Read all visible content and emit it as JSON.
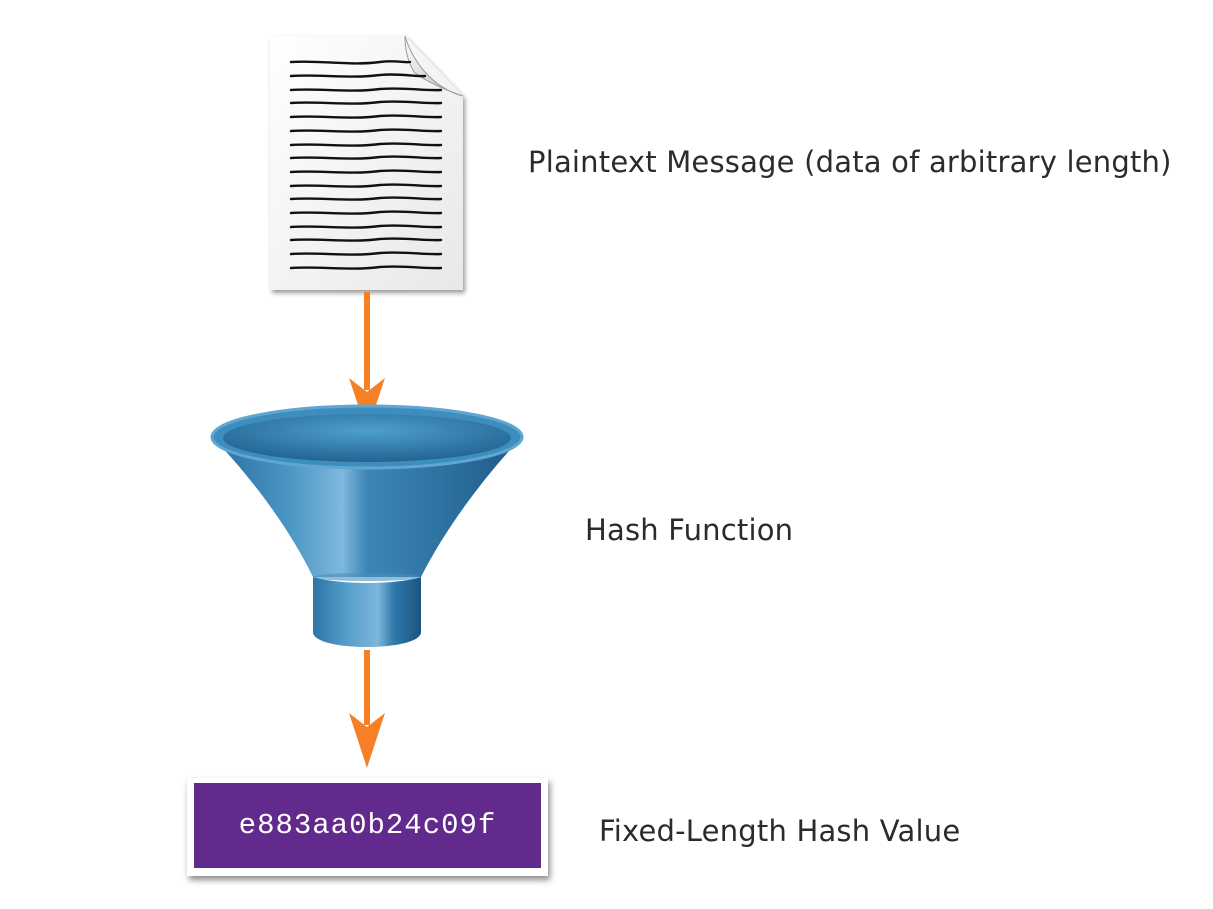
{
  "labels": {
    "plaintext": "Plaintext Message (data of arbitrary length)",
    "hash_function": "Hash Function",
    "fixed_length": "Fixed-Length Hash Value"
  },
  "hash_value": "e883aa0b24c09f",
  "icons": {
    "document": "document-icon",
    "funnel": "funnel-icon",
    "arrow": "arrow-down-icon"
  },
  "colors": {
    "arrow": "#f58025",
    "hash_box": "#632a8d",
    "funnel": "#3b86b4",
    "text": "#2b2b2b"
  }
}
